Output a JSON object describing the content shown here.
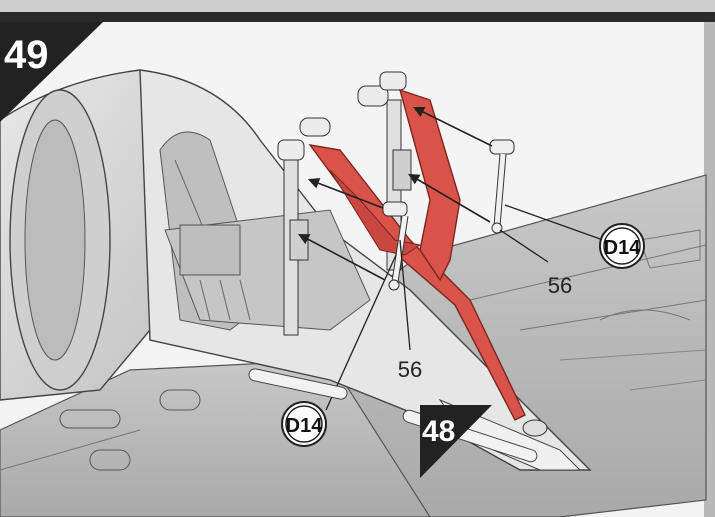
{
  "step": {
    "number": "49",
    "previous_step": "48"
  },
  "callouts": {
    "part_d14_right": "D14",
    "part_d14_left": "D14",
    "part_56_right": "56",
    "part_56_left": "56"
  },
  "colors": {
    "highlight_part": "#d9534a",
    "step_badge": "#222222",
    "line_art": "#333333",
    "panel_bg": "#ffffff"
  }
}
